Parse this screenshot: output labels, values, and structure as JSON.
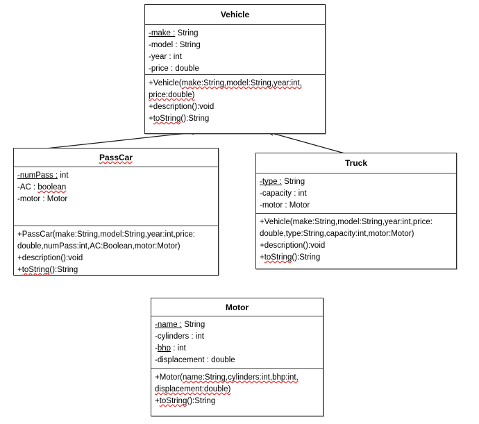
{
  "diagram": {
    "kind": "uml-class-diagram",
    "title": "Vehicle class hierarchy",
    "background": "#ffffff",
    "line_color": "#2b2b2b",
    "spell_error_color": "#e03030",
    "grammar_error_color": "#3050d8"
  },
  "classes": {
    "vehicle": {
      "name": "Vehicle",
      "attributes": [
        "-make : String",
        "-model : String",
        "-year : int",
        "-price : double"
      ],
      "methods": [
        "+Vehicle(make:String,model:String,year:int,price:double)",
        "+description():void",
        "+toString():String"
      ]
    },
    "passcar": {
      "name": "PassCar",
      "attributes": [
        "-numPass : int",
        "-AC : boolean",
        "-motor : Motor"
      ],
      "methods": [
        "+PassCar(make:String,model:String,year:int,price:double,numPass:int,AC:Boolean,motor:Motor)",
        "+description():void",
        "+toString():String"
      ]
    },
    "truck": {
      "name": "Truck",
      "attributes": [
        "-type : String",
        "-capacity : int",
        "-motor : Motor"
      ],
      "methods": [
        "+Vehicle(make:String,model:String,year:int,price:double,type:String,capacity:int,motor:Motor)",
        "+description():void",
        "+toString():String"
      ]
    },
    "motor": {
      "name": "Motor",
      "attributes": [
        "-name : String",
        "-cylinders : int",
        "-bhp : int",
        "-displacement : double"
      ],
      "methods": [
        "+Motor(name:String,cylinders:int,bhp:int,displacement:double)",
        "+toString():String"
      ]
    }
  },
  "relationships": [
    {
      "name": "passcar-extends-vehicle",
      "from": "PassCar",
      "to": "Vehicle",
      "type": "inheritance"
    },
    {
      "name": "truck-extends-vehicle",
      "from": "Truck",
      "to": "Vehicle",
      "type": "inheritance"
    }
  ]
}
